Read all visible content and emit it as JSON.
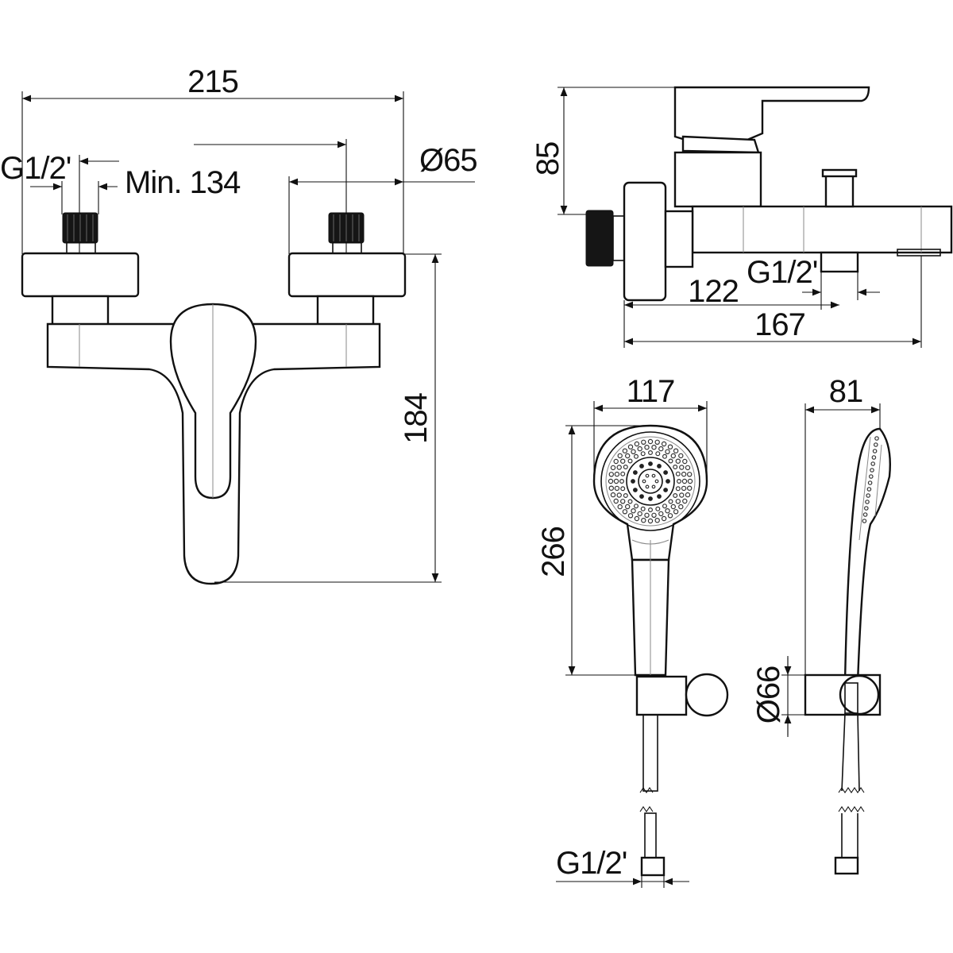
{
  "front_view": {
    "width_label": "215",
    "inlet_thread_label": "G1/2'",
    "min_spacing_label": "Min. 134",
    "diameter_label": "Ø65",
    "height_label": "184"
  },
  "side_view": {
    "height_label": "85",
    "outlet_thread_label": "G1/2'",
    "outlet_depth_label": "122",
    "depth_label": "167"
  },
  "hand_shower": {
    "head_width_label": "117",
    "length_label": "266",
    "hose_thread_label": "G1/2'",
    "side_depth_label": "81",
    "holder_diameter_label": "Ø66"
  }
}
